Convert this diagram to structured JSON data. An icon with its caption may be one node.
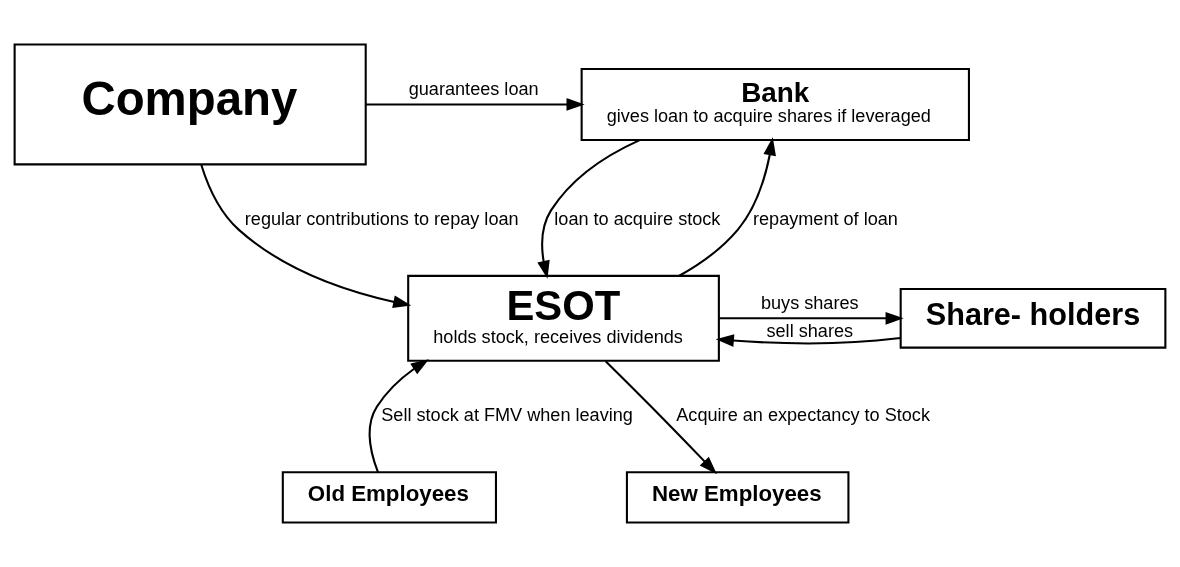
{
  "diagram": {
    "nodes": [
      {
        "text": [
          "Company"
        ]
      },
      {
        "text": [
          "Bank",
          "gives loan to acquire shares if leveraged"
        ]
      },
      {
        "text": [
          "Old Employees"
        ]
      },
      {
        "text": [
          "New Employees"
        ]
      },
      {
        "text": [
          "ESOT",
          "holds stock, receives dividends"
        ]
      },
      {
        "text": [
          "Share- holders"
        ]
      }
    ],
    "edges": [
      {
        "from": 0,
        "to": 1,
        "arrow": "to",
        "label": "guarantees loan"
      },
      {
        "from": 0,
        "to": 4,
        "arrow": "to",
        "label": "regular contributions to repay loan"
      },
      {
        "from": 1,
        "to": 4,
        "arrow": "to",
        "label": "loan to acquire stock"
      },
      {
        "from": 4,
        "to": 1,
        "arrow": "to",
        "label": "repayment of loan"
      },
      {
        "from": 2,
        "to": 4,
        "arrow": "to",
        "label": "Sell stock at FMV when leaving"
      },
      {
        "from": 4,
        "to": 3,
        "arrow": "to",
        "label": "Acquire an expectancy to Stock"
      },
      {
        "from": 4,
        "to": 5,
        "arrow": "to",
        "label": "buys shares"
      },
      {
        "from": 5,
        "to": 4,
        "arrow": "to",
        "label": "sell shares"
      }
    ]
  }
}
